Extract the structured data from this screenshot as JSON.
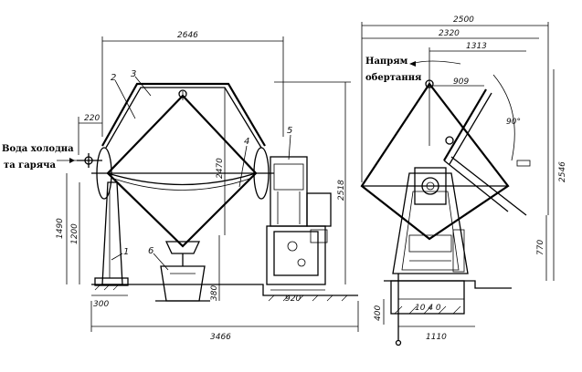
{
  "labels": {
    "water_inlet_line1": "Вода холодна",
    "water_inlet_line2": "та гаряча",
    "rotation_line1": "Напрям",
    "rotation_line2": "обертання"
  },
  "part_numbers": [
    "1",
    "2",
    "3",
    "4",
    "5",
    "6"
  ],
  "dimensions": {
    "overall_width_front": "2646",
    "pipe_offset": "220",
    "left_height": "1490",
    "axis_height": "1200",
    "vessel_height": "2470",
    "overall_height": "2518",
    "base_left": "300",
    "base_depth": "380",
    "motor_base": "920",
    "overall_length": "3466",
    "side_overall": "2500",
    "side_2320": "2320",
    "side_1313": "1313",
    "side_909": "909",
    "tilt_angle": "90°",
    "side_height": "2546",
    "side_770": "770",
    "side_400": "400",
    "side_1040": "10 4 0",
    "side_1110": "1110"
  }
}
